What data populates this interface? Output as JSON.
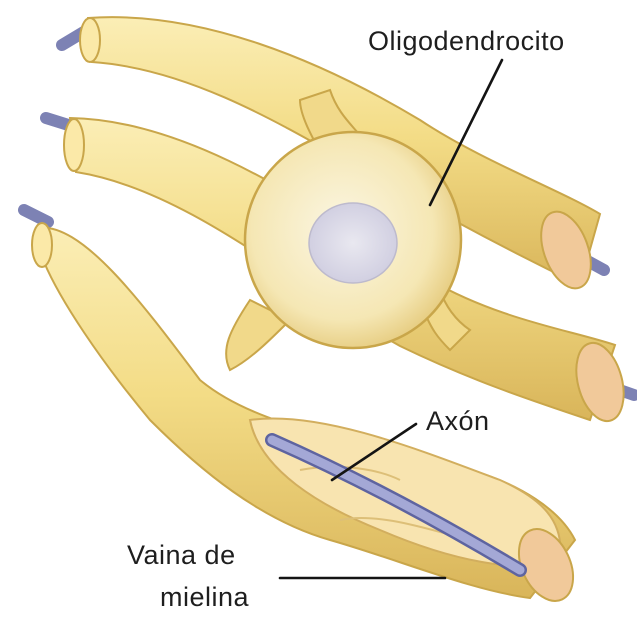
{
  "diagram": {
    "labels": {
      "oligodendrocyte": "Oligodendrocito",
      "axon": "Axón",
      "sheath_line1": "Vaina de",
      "sheath_line2": "mielina"
    },
    "colors": {
      "myelin": "#f3dc86",
      "myelin_light": "#fbf0bf",
      "myelin_edge": "#c9a64a",
      "axon": "#9a9fd0",
      "axon_edge": "#5e64a0",
      "cell_body": "#f7ecc4",
      "nucleus": "#dcdbe6",
      "end_cap": "#f1c99a"
    }
  }
}
